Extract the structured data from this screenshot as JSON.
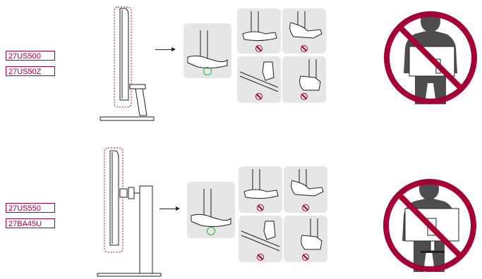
{
  "sections": [
    {
      "models": [
        "27US500",
        "27US50Z"
      ]
    },
    {
      "models": [
        "27US550",
        "27BA45U"
      ]
    }
  ],
  "colors": {
    "accent": "#a50034",
    "ok": "#31b53c",
    "panel": "#e6e6e6",
    "line": "#231f20"
  },
  "icons": {
    "correct": "green-circle-icon",
    "incorrect": "prohibited-icon",
    "forbidden_carry": "no-symbol-icon"
  }
}
